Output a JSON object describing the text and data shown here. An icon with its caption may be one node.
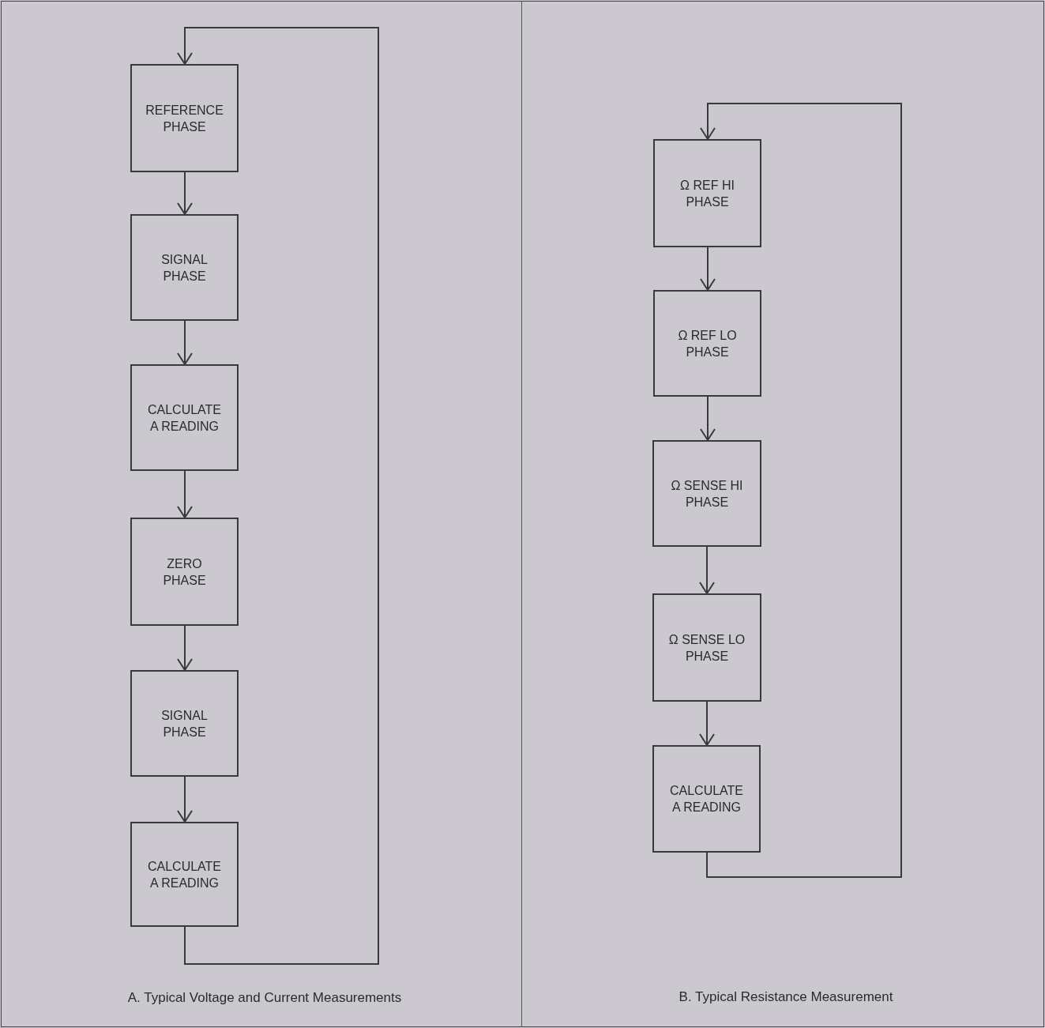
{
  "diagram": {
    "nodes": [
      {
        "text": [
          "REFERENCE PHASE"
        ]
      },
      {
        "text": [
          "SIGNAL PHASE"
        ]
      },
      {
        "text": [
          "CALCULATE A READING"
        ]
      },
      {
        "text": [
          "ZERO PHASE"
        ]
      },
      {
        "text": [
          "SIGNAL PHASE"
        ]
      },
      {
        "text": [
          "CALCULATE A READING"
        ]
      },
      {
        "text": [
          "Ω REF HI PHASE"
        ]
      },
      {
        "text": [
          "Ω REF LO PHASE"
        ]
      },
      {
        "text": [
          "Ω SENSE HI PHASE"
        ]
      },
      {
        "text": [
          "Ω SENSE LO PHASE"
        ]
      },
      {
        "text": [
          "CALCULATE A READING"
        ]
      }
    ],
    "edges": [
      {
        "from": 0,
        "to": 1,
        "arrow": "to"
      },
      {
        "from": 1,
        "to": 2,
        "arrow": "to"
      },
      {
        "from": 2,
        "to": 3,
        "arrow": "to"
      },
      {
        "from": 3,
        "to": 4,
        "arrow": "to"
      },
      {
        "from": 4,
        "to": 5,
        "arrow": "to"
      },
      {
        "from": 5,
        "to": 0,
        "arrow": "to"
      },
      {
        "from": 6,
        "to": 7,
        "arrow": "to"
      },
      {
        "from": 7,
        "to": 8,
        "arrow": "to"
      },
      {
        "from": 8,
        "to": 9,
        "arrow": "to"
      },
      {
        "from": 9,
        "to": 10,
        "arrow": "to"
      },
      {
        "from": 10,
        "to": 6,
        "arrow": "to"
      }
    ],
    "labels": [
      "A. Typical Voltage and Current Measurements",
      "B. Typical Resistance Measurement"
    ]
  }
}
